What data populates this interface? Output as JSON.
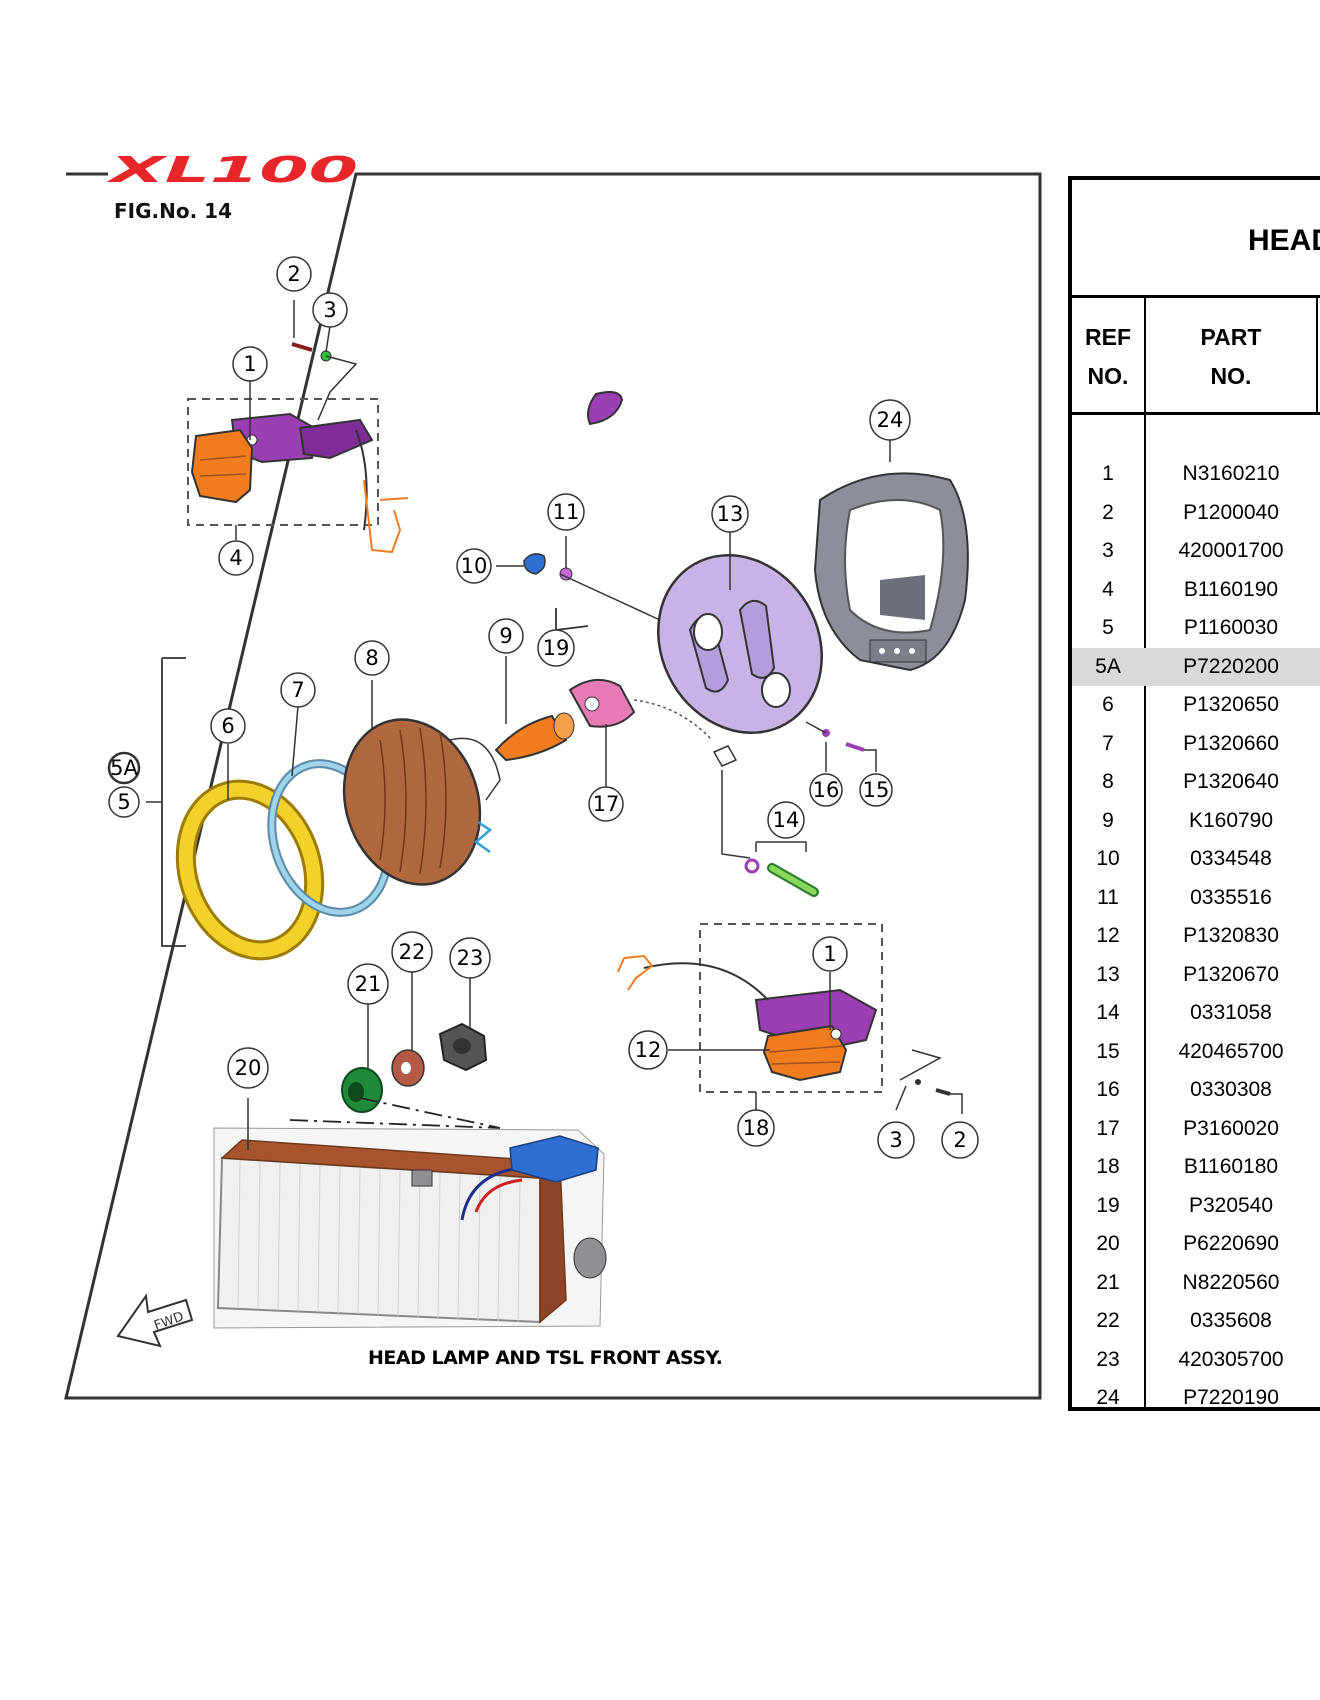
{
  "logo": "XL100",
  "figure_number": "FIG.No. 14",
  "caption": "HEAD LAMP AND TSL FRONT ASSY.",
  "fwd_label": "FWD",
  "callouts": [
    "2",
    "3",
    "1",
    "4",
    "24",
    "11",
    "13",
    "10",
    "19",
    "9",
    "8",
    "7",
    "6",
    "5A",
    "5",
    "17",
    "16",
    "15",
    "14",
    "1",
    "12",
    "18",
    "3",
    "2",
    "22",
    "23",
    "21",
    "20"
  ],
  "table": {
    "title": "HEAD LAMP AND TSL FRONT ASSY",
    "headers": {
      "ref": [
        "REF",
        "NO."
      ],
      "part": [
        "PART",
        "NO."
      ]
    },
    "highlight_ref": "5A",
    "rows": [
      {
        "ref": "1",
        "part": "N3160210"
      },
      {
        "ref": "2",
        "part": "P1200040"
      },
      {
        "ref": "3",
        "part": "420001700"
      },
      {
        "ref": "4",
        "part": "B1160190"
      },
      {
        "ref": "5",
        "part": "P1160030"
      },
      {
        "ref": "5A",
        "part": "P7220200"
      },
      {
        "ref": "6",
        "part": "P1320650"
      },
      {
        "ref": "7",
        "part": "P1320660"
      },
      {
        "ref": "8",
        "part": "P1320640"
      },
      {
        "ref": "9",
        "part": "K160790"
      },
      {
        "ref": "10",
        "part": "0334548"
      },
      {
        "ref": "11",
        "part": "0335516"
      },
      {
        "ref": "12",
        "part": "P1320830"
      },
      {
        "ref": "13",
        "part": "P1320670"
      },
      {
        "ref": "14",
        "part": "0331058"
      },
      {
        "ref": "15",
        "part": "420465700"
      },
      {
        "ref": "16",
        "part": "0330308"
      },
      {
        "ref": "17",
        "part": "P3160020"
      },
      {
        "ref": "18",
        "part": "B1160180"
      },
      {
        "ref": "19",
        "part": "P320540"
      },
      {
        "ref": "20",
        "part": "P6220690"
      },
      {
        "ref": "21",
        "part": "N8220560"
      },
      {
        "ref": "22",
        "part": "0335608"
      },
      {
        "ref": "23",
        "part": "420305700"
      },
      {
        "ref": "24",
        "part": "P7220190"
      }
    ]
  },
  "colors": {
    "logo_red": "#e8262a",
    "turn_signal_body": "#9b3fb5",
    "lens_orange": "#f07c1e",
    "headlight_rim": "#f2d22a",
    "seal_ring": "#9fd3ea",
    "reflector_brown": "#b0683e",
    "housing_lavender": "#c7b3e6",
    "grommet_green": "#1e8a3a",
    "washer_brown": "#b55a45",
    "connector_blue": "#2f6fd1",
    "table_highlight": "#d9d9d9"
  }
}
